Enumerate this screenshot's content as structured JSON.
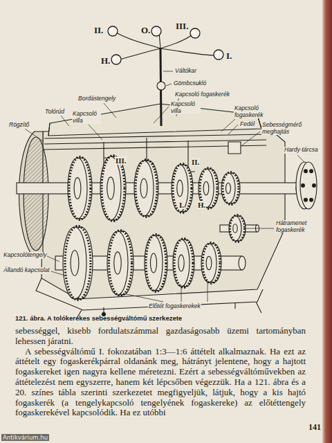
{
  "diagram": {
    "caption": "121. ábra. A tolókerekes sebességváltómű szerkezete",
    "labels": [
      "II.",
      "O.",
      "III.",
      "H.",
      "I.",
      "Váltókar",
      "Gömbcsukló",
      "Bordástengely",
      "Kapcsoló fogaskerék",
      "Kapcsoló villa",
      "Tolórúd",
      "Rögzítő",
      "Kapcsoló villa",
      "Kapcsoló fogaskerék",
      "Fedél",
      "Sebességmérő meghajtás",
      "Hardy-tárcsa",
      "III.",
      "II.",
      "I.",
      "H.",
      "Hátramenet fogaskerék",
      "Kapcsolótengely",
      "Állandó kapcsolat",
      "Előtét fogaskerekek",
      "sebességgel, kisebb fordulatszámmal gazdaságosabb üzemi tartományban lehessen járatni.",
      "A sebességváltómű I. fokozatában 1:3—1:6 áttételt alkalmaznak. Ha ezt az áttételt egy fogaskerékpárral oldanánk meg, hátrányt jelentene, hogy a hajtott fogaskereket igen nagyra kellene méretezni. Ezért a sebességváltóművekben az áttételezést nem egyszerre, hanem két lépcsőben végezzük. Ha a 121. ábra és a 20. színes tábla szerinti szerkezetet megfigyeljük, látjuk, hogy a kis hajtó fogaskerék (a tengelykapcsoló tengelyének fogaskereke) az előtéttengely fogaskerekével kapcsolódik. Ha ez utóbbi",
      "141",
      "Antikvárium.hu"
    ]
  }
}
